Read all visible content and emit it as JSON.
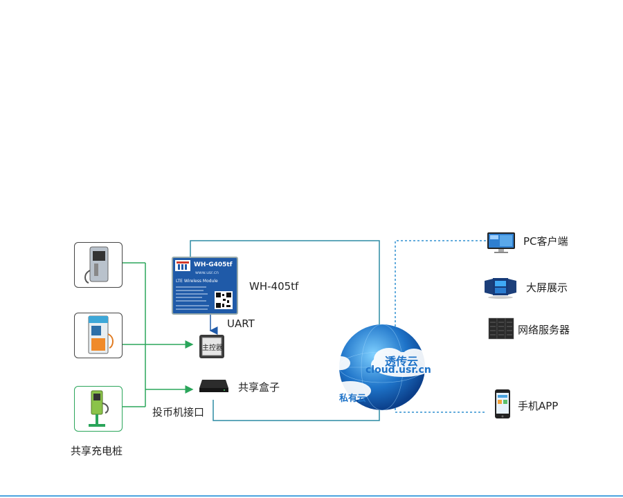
{
  "labels": {
    "module": "WH-405tf",
    "uart": "UART",
    "controller": "主控器",
    "sharebox": "共享盒子",
    "coin": "投币机接口",
    "charger": "共享充电桩",
    "pc": "PC客户端",
    "bigscreen": "大屏展示",
    "server": "网络服务器",
    "app": "手机APP",
    "cloud_title": "透传云",
    "cloud_url": "cloud.usr.cn",
    "private_cloud": "私有云"
  },
  "module_chip": {
    "model": "WH-G405tf",
    "site": "www.usr.cn",
    "band": "LTE Wireless Module"
  },
  "colors": {
    "green": "#2aa55a",
    "teal": "#2b8aa3",
    "blue_dash": "#2f8fd0",
    "chip_blue": "#1f5aa8",
    "cloud_blue": "#1e73c8"
  }
}
